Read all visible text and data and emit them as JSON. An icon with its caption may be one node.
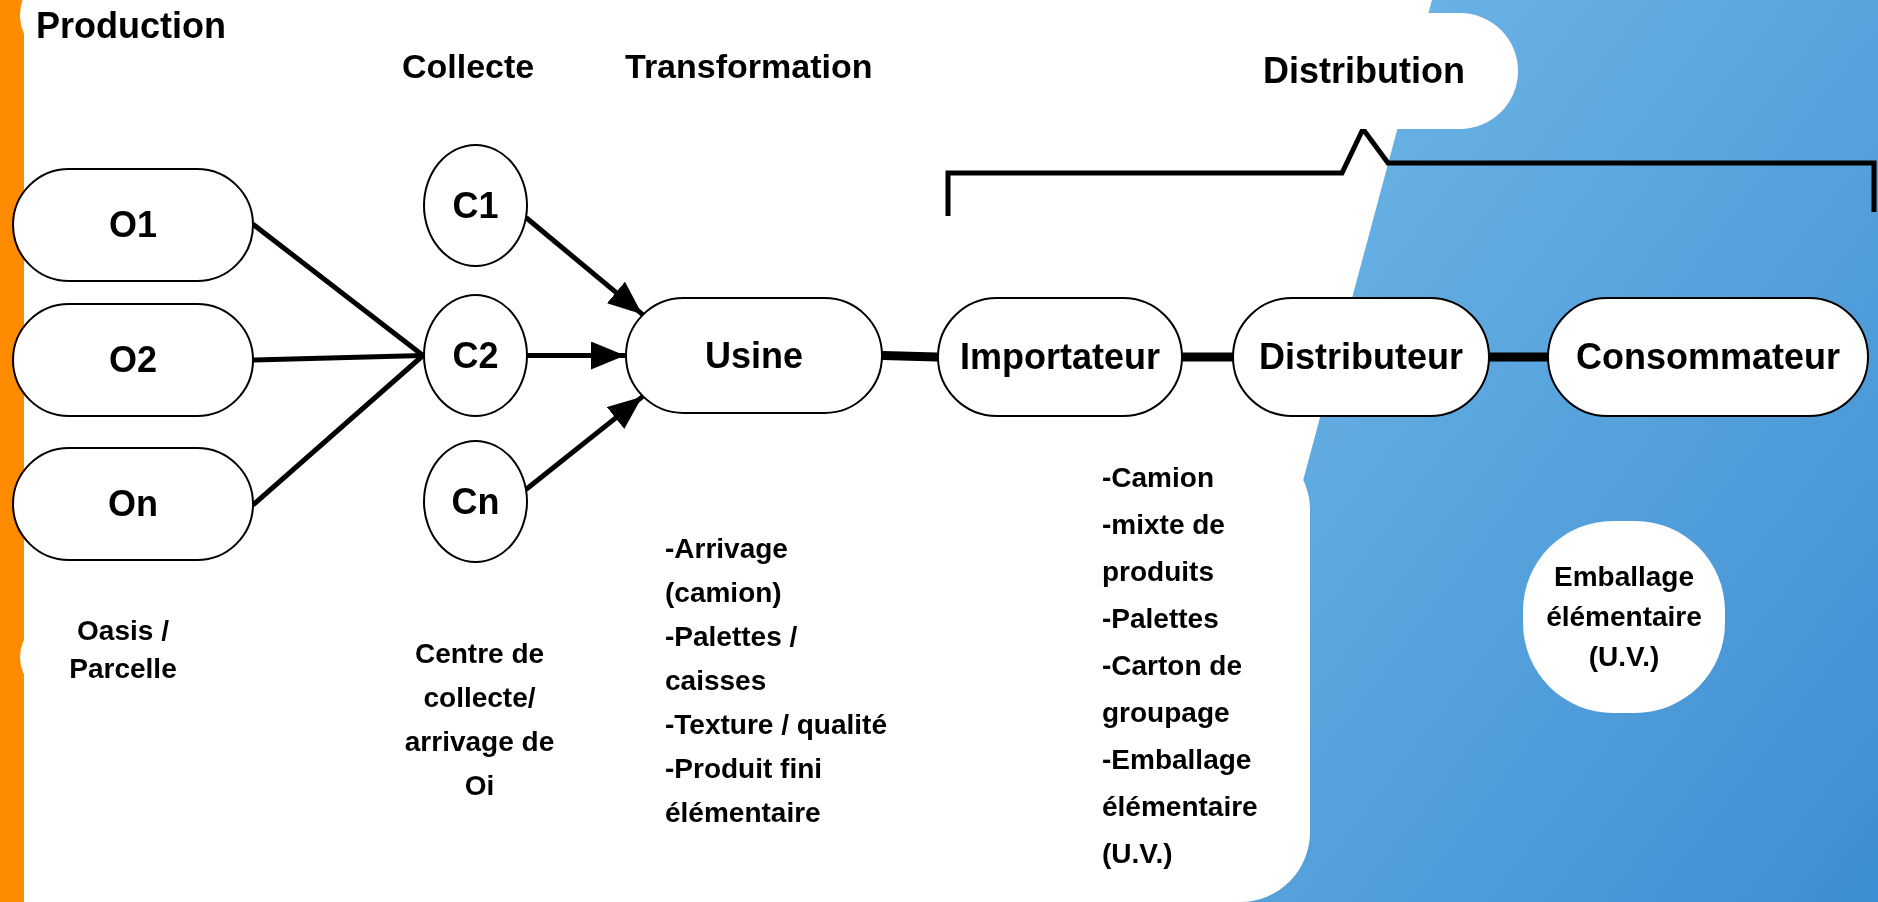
{
  "diagram": {
    "nodes": [
      {
        "text": [
          "O1"
        ]
      },
      {
        "text": [
          "O2"
        ]
      },
      {
        "text": [
          "On"
        ]
      },
      {
        "text": [
          "C1"
        ]
      },
      {
        "text": [
          "C2"
        ]
      },
      {
        "text": [
          "Cn"
        ]
      },
      {
        "text": [
          "Usine"
        ]
      },
      {
        "text": [
          "Importateur"
        ]
      },
      {
        "text": [
          "Distributeur"
        ]
      },
      {
        "text": [
          "Consommateur"
        ]
      },
      {
        "text": [
          "Distribution"
        ]
      },
      {
        "text": [
          "-Camion",
          "-mixte de produits",
          "-Palettes",
          "-Carton de groupage",
          "-Emballage élémentaire (U.V.)"
        ]
      },
      {
        "text": [
          "Emballage élémentaire (U.V.)"
        ]
      }
    ],
    "edges": [
      {
        "from": 0,
        "to": 4,
        "arrow": "none"
      },
      {
        "from": 1,
        "to": 4,
        "arrow": "none"
      },
      {
        "from": 2,
        "to": 4,
        "arrow": "none"
      },
      {
        "from": 3,
        "to": 6,
        "arrow": "to"
      },
      {
        "from": 4,
        "to": 6,
        "arrow": "to"
      },
      {
        "from": 5,
        "to": 6,
        "arrow": "to"
      },
      {
        "from": 6,
        "to": 7,
        "arrow": "none",
        "style": "thick"
      },
      {
        "from": 7,
        "to": 8,
        "arrow": "none",
        "style": "thick"
      },
      {
        "from": 8,
        "to": 9,
        "arrow": "none",
        "style": "thick"
      }
    ],
    "labels": [
      "Production",
      "Collecte",
      "Transformation",
      "Oasis / Parcelle",
      "Centre de collecte/ arrivage de Oi",
      "-Arrivage (camion)",
      "-Palettes / caisses",
      "-Texture / qualité",
      "-Produit fini élémentaire"
    ]
  }
}
